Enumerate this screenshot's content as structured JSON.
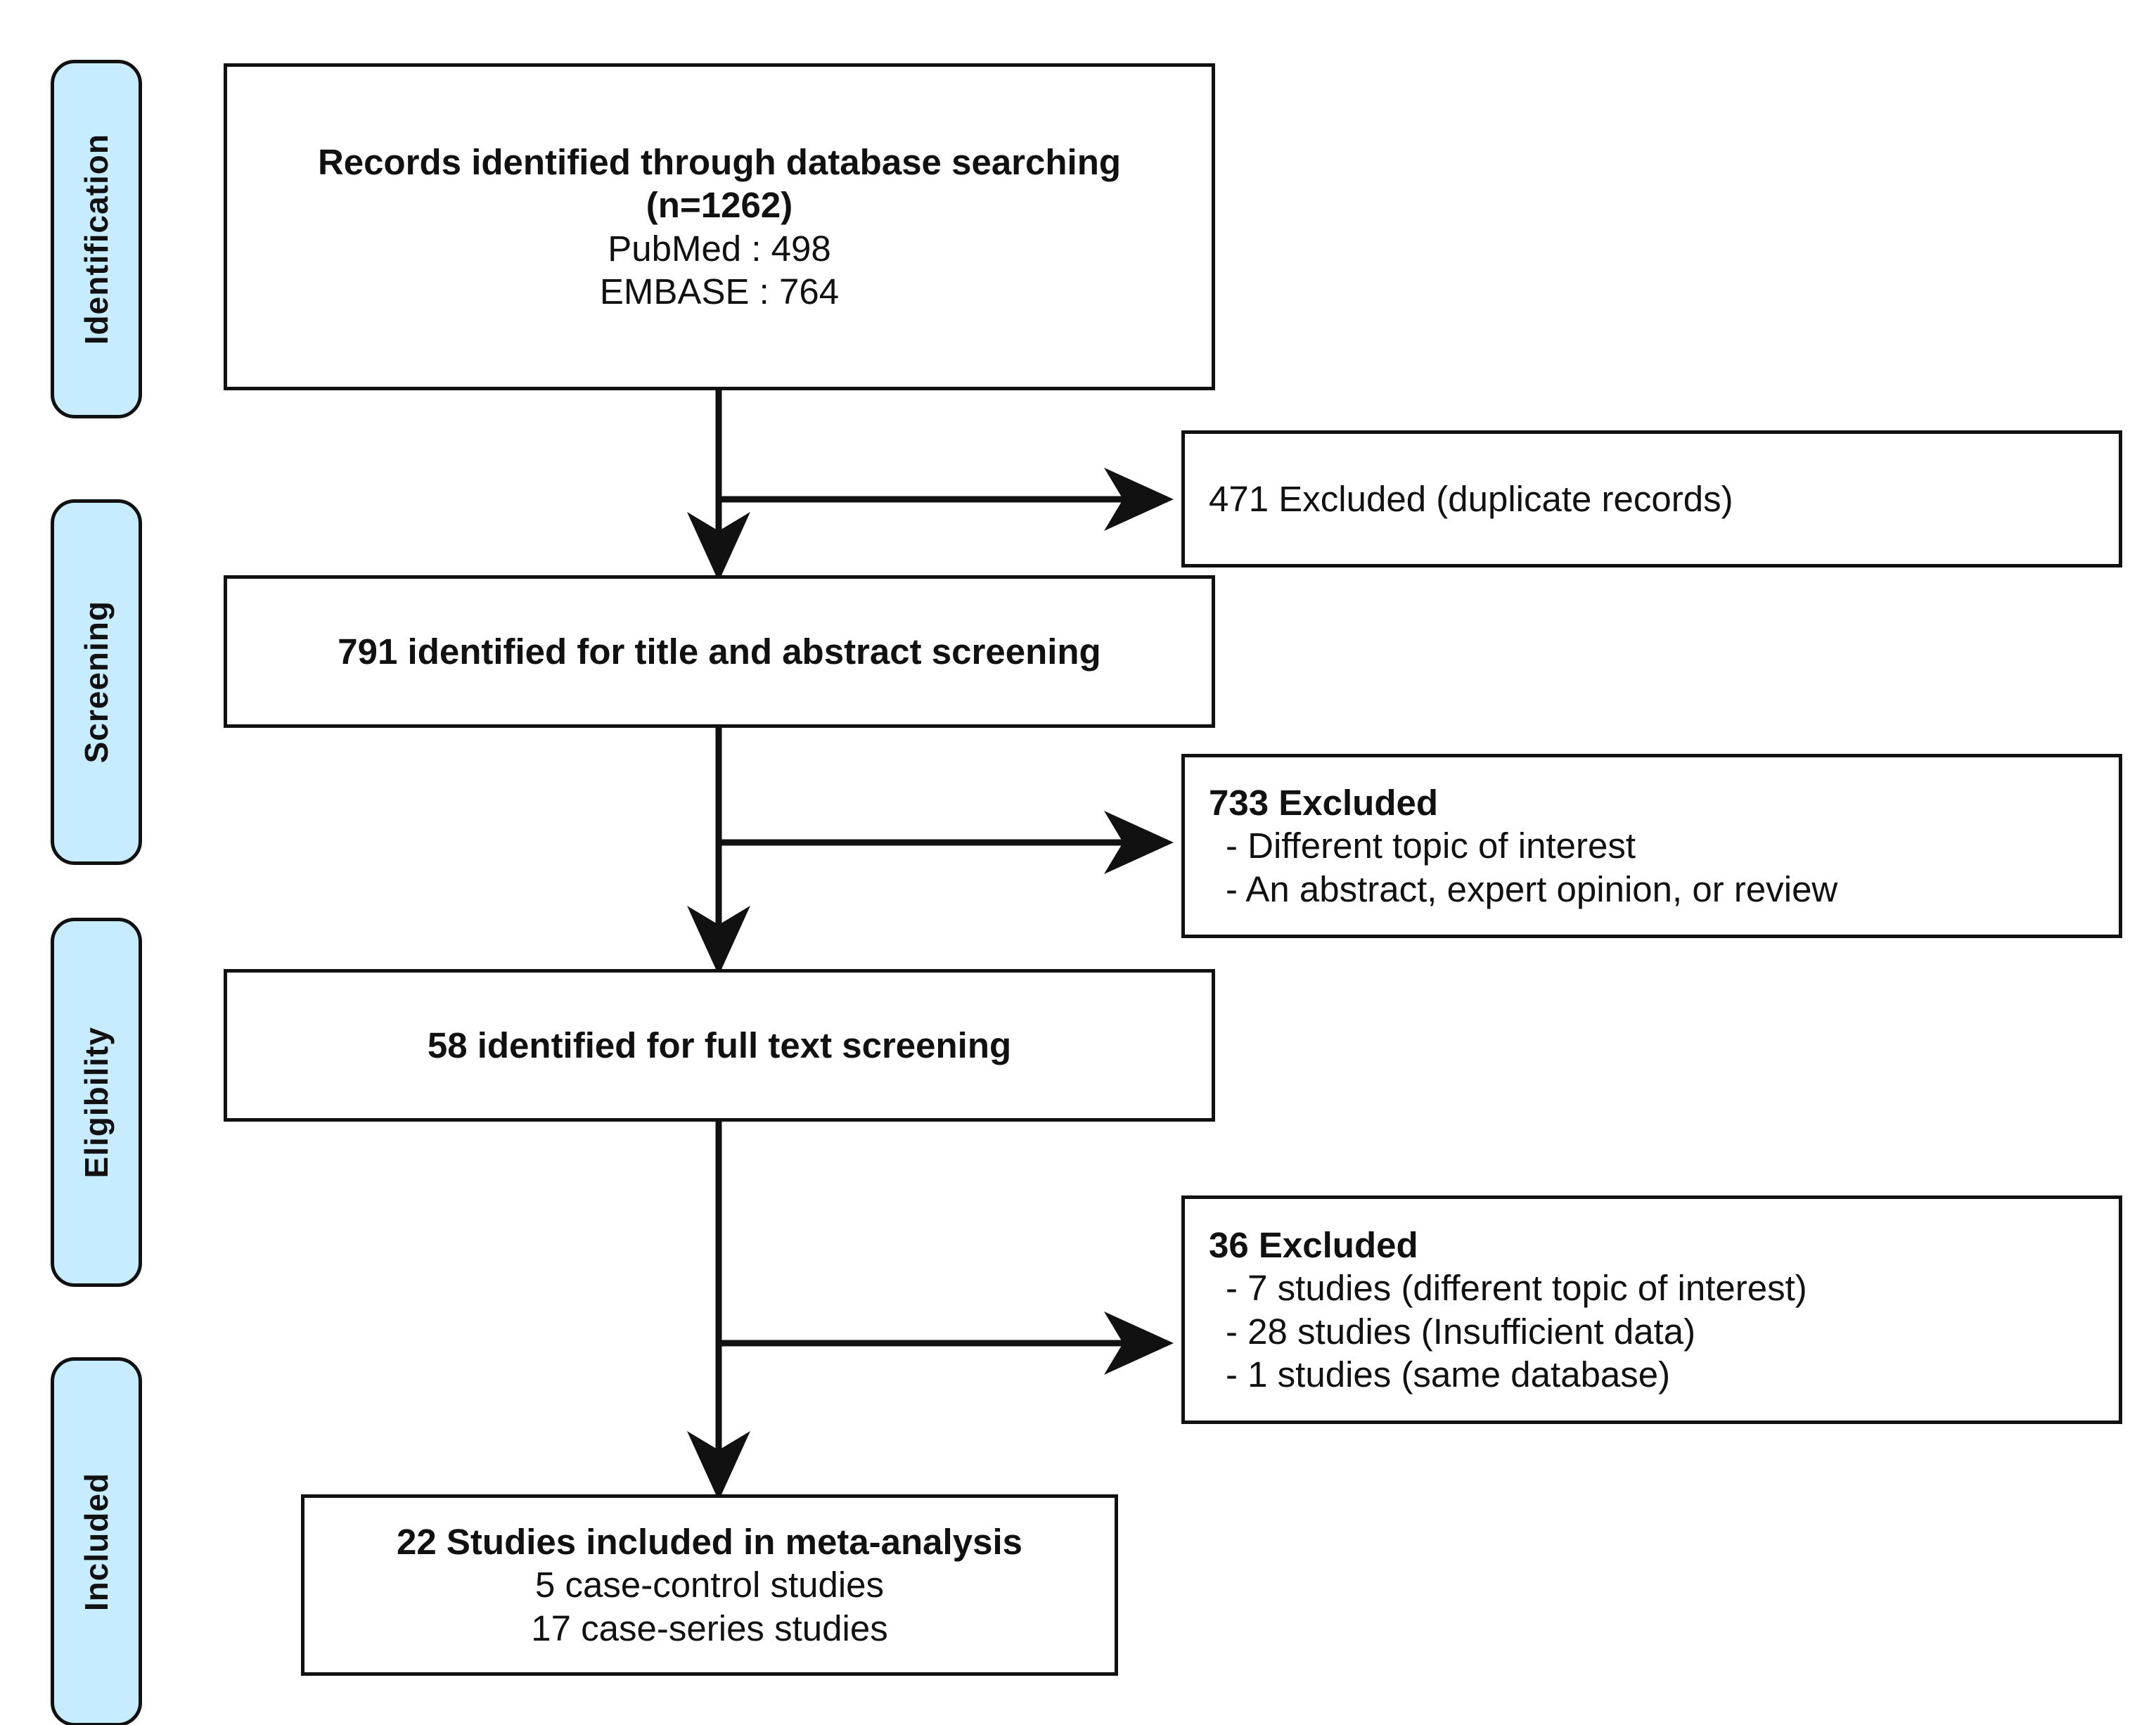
{
  "diagram": {
    "title": "PRISMA study selection flow diagram",
    "accent_color": "#c8ecff",
    "stroke_color": "#111111",
    "background_color": "#ffffff"
  },
  "stages": [
    {
      "id": "identification",
      "label": "Identification"
    },
    {
      "id": "screening",
      "label": "Screening"
    },
    {
      "id": "eligibility",
      "label": "Eligibility"
    },
    {
      "id": "included",
      "label": "Included"
    }
  ],
  "boxes": {
    "identified": {
      "heading": "Records identified through database searching",
      "count_prefix": "(",
      "count_italic_n": "n",
      "count_equals": "=",
      "count_value": "1262",
      "count_suffix": ")",
      "source_1": "PubMed : 498",
      "source_2": "EMBASE : 764"
    },
    "excluded_duplicates": {
      "bold_part": "471 Excluded",
      "normal_part": " (duplicate records)"
    },
    "title_abstract_screening": {
      "heading": "791 identified for title and abstract screening"
    },
    "excluded_screening": {
      "heading": "733 Excluded",
      "reasons": [
        "- Different topic of interest",
        "- An abstract, expert opinion,  or review"
      ]
    },
    "full_text_screening": {
      "heading": "58 identified for full text screening"
    },
    "excluded_full_text": {
      "heading": "36 Excluded",
      "reasons": [
        "- 7 studies (different topic of interest)",
        "- 28 studies (Insufficient data)",
        "- 1 studies (same database"
      ],
      "reason_3_bold_tail": ")"
    },
    "included_studies": {
      "heading": "22 Studies included in meta-analysis",
      "detail_1": "5 case-control studies",
      "detail_2": "17 case-series studies"
    }
  },
  "chart_data": {
    "type": "flow",
    "title": "PRISMA study selection flow diagram",
    "nodes": [
      {
        "id": "identified",
        "stage": "Identification",
        "n": 1262,
        "label": "Records identified through database searching (n=1262)"
      },
      {
        "id": "pubmed",
        "stage": "Identification",
        "n": 498,
        "label": "PubMed : 498"
      },
      {
        "id": "embase",
        "stage": "Identification",
        "n": 764,
        "label": "EMBASE : 764"
      },
      {
        "id": "excl_duplicates",
        "stage": "Identification",
        "n": 471,
        "label": "471 Excluded (duplicate records)"
      },
      {
        "id": "title_abstract",
        "stage": "Screening",
        "n": 791,
        "label": "791 identified for title and abstract screening"
      },
      {
        "id": "excl_screening",
        "stage": "Screening",
        "n": 733,
        "label": "733 Excluded"
      },
      {
        "id": "full_text",
        "stage": "Eligibility",
        "n": 58,
        "label": "58 identified for full text screening"
      },
      {
        "id": "excl_full_text",
        "stage": "Eligibility",
        "n": 36,
        "label": "36 Excluded"
      },
      {
        "id": "included",
        "stage": "Included",
        "n": 22,
        "label": "22 Studies included in meta-analysis"
      },
      {
        "id": "case_control",
        "stage": "Included",
        "n": 5,
        "label": "5 case-control studies"
      },
      {
        "id": "case_series",
        "stage": "Included",
        "n": 17,
        "label": "17 case-series studies"
      }
    ],
    "edges": [
      {
        "from": "identified",
        "to": "excl_duplicates",
        "kind": "exclusion"
      },
      {
        "from": "identified",
        "to": "title_abstract",
        "kind": "flow"
      },
      {
        "from": "title_abstract",
        "to": "excl_screening",
        "kind": "exclusion"
      },
      {
        "from": "title_abstract",
        "to": "full_text",
        "kind": "flow"
      },
      {
        "from": "full_text",
        "to": "excl_full_text",
        "kind": "exclusion"
      },
      {
        "from": "full_text",
        "to": "included",
        "kind": "flow"
      }
    ]
  }
}
